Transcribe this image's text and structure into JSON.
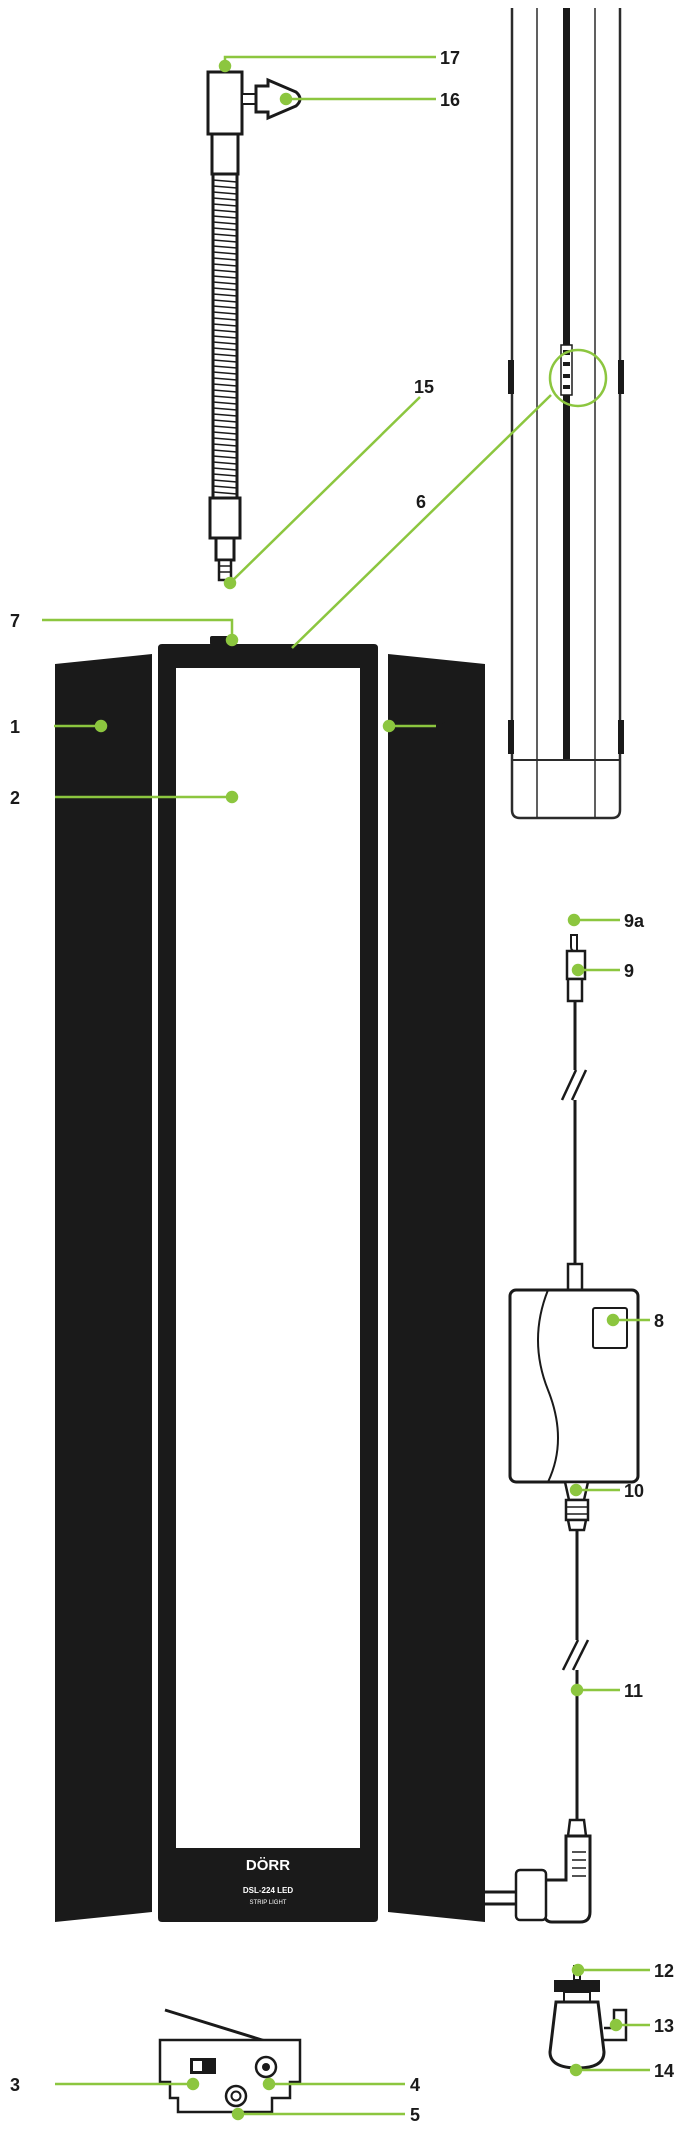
{
  "callouts": {
    "c1_left": "1",
    "c1_right": "1",
    "c2": "2",
    "c3": "3",
    "c4": "4",
    "c5": "5",
    "c6": "6",
    "c7": "7",
    "c8": "8",
    "c9": "9",
    "c9a": "9a",
    "c10": "10",
    "c11": "11",
    "c12": "12",
    "c13": "13",
    "c14": "14",
    "c15": "15",
    "c16": "16",
    "c17": "17"
  },
  "product": {
    "brand": "DÖRR",
    "model": "DSL-224 LED",
    "subtitle": "STRIP LIGHT"
  },
  "colors": {
    "accent": "#8cc63f",
    "panel": "#1a1a1a",
    "outline": "#2b2b2b"
  }
}
